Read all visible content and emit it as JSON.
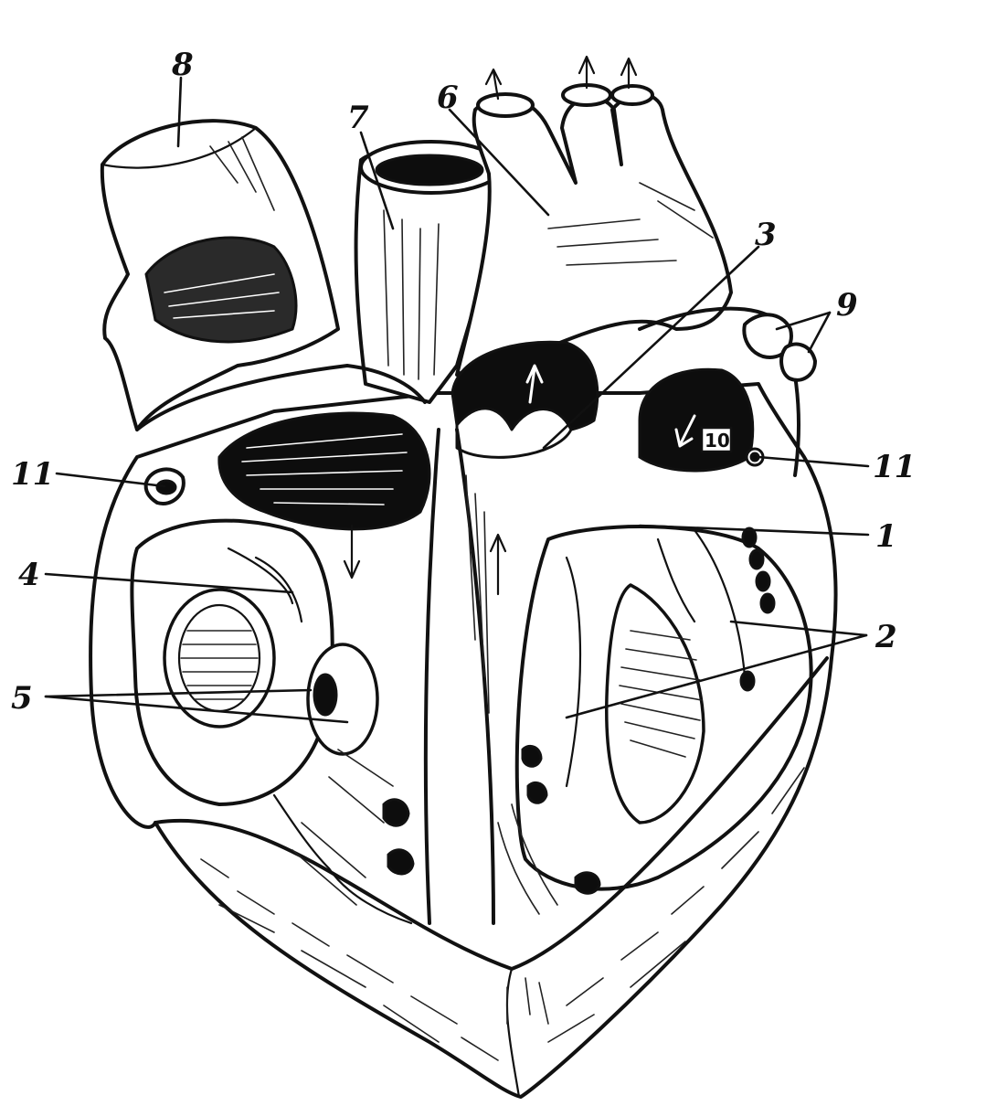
{
  "labels": [
    {
      "id": "label-1",
      "text": "1"
    },
    {
      "id": "label-2",
      "text": "2"
    },
    {
      "id": "label-3",
      "text": "3"
    },
    {
      "id": "label-4",
      "text": "4"
    },
    {
      "id": "label-5",
      "text": "5"
    },
    {
      "id": "label-6",
      "text": "6"
    },
    {
      "id": "label-7",
      "text": "7"
    },
    {
      "id": "label-8",
      "text": "8"
    },
    {
      "id": "label-9",
      "text": "9"
    },
    {
      "id": "label-10",
      "text": "10"
    },
    {
      "id": "label-11-left",
      "text": "11"
    },
    {
      "id": "label-11-right",
      "text": "11"
    }
  ]
}
